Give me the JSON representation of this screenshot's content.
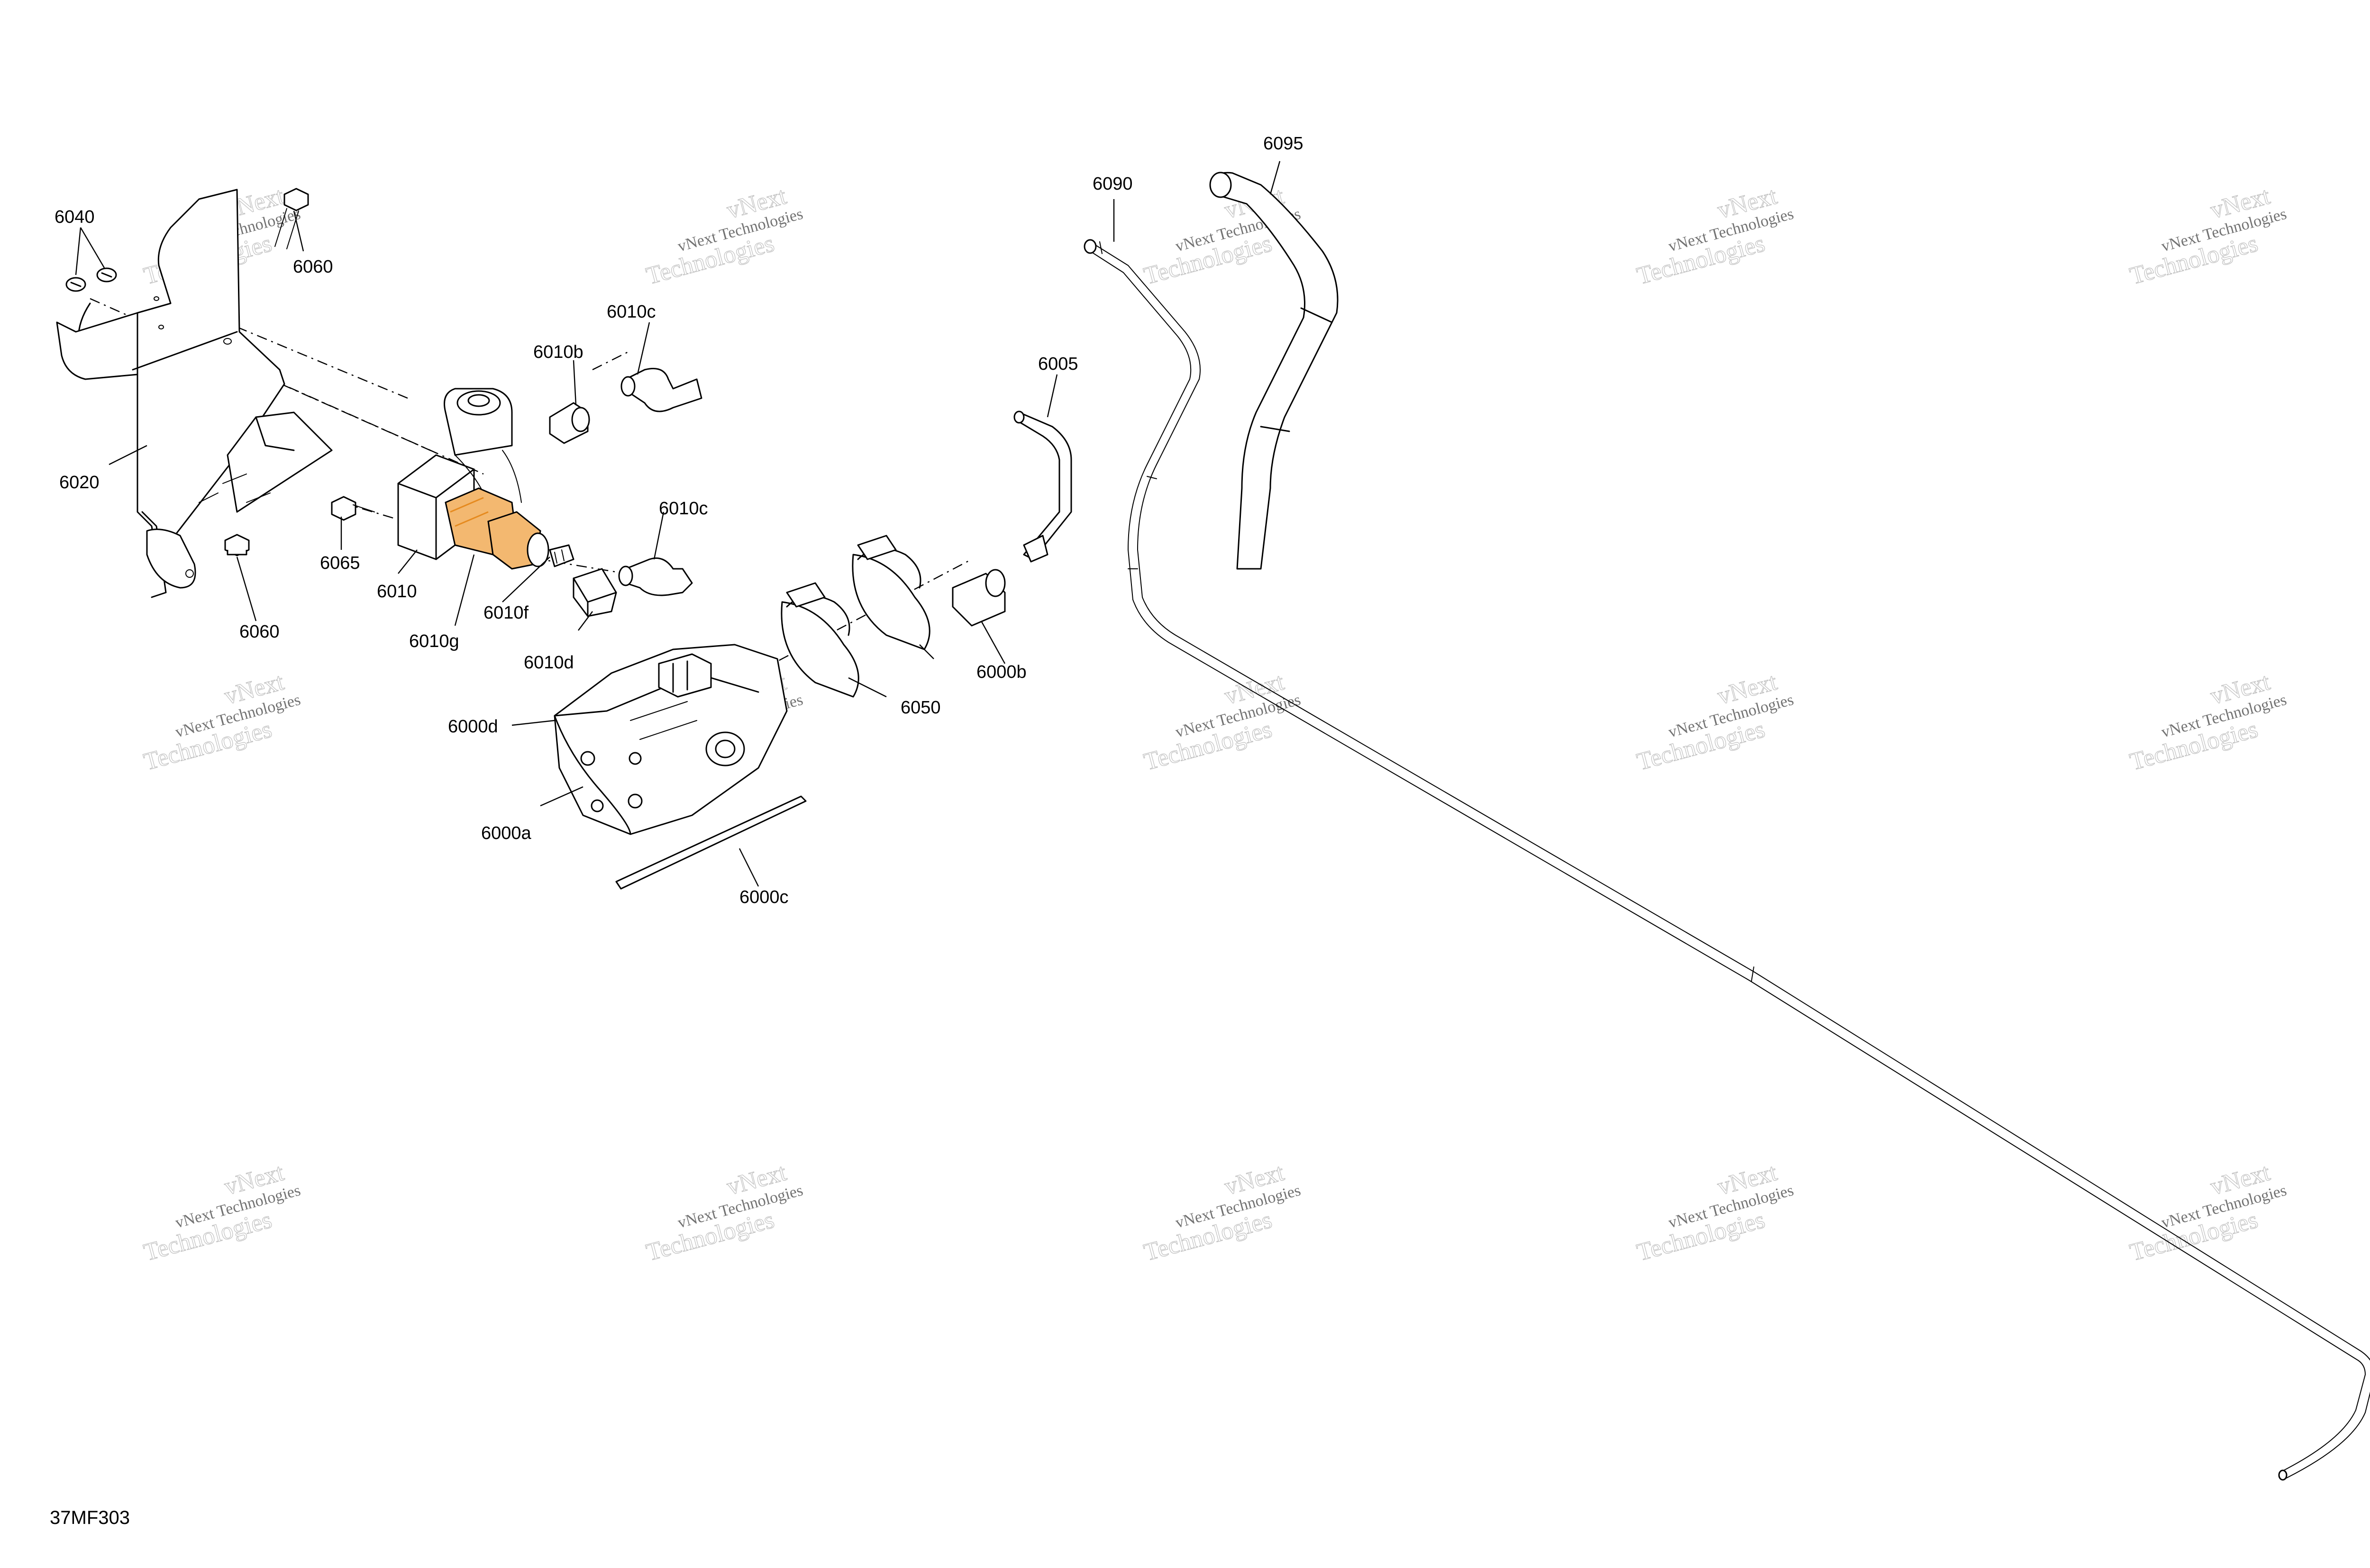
{
  "drawing_id": "37MF303",
  "highlight_color": "#f3b870",
  "highlight_part": "6010g",
  "watermark": {
    "line1": "vNext Technologies",
    "line2": "vNext",
    "line3": "Technologies"
  },
  "callouts": {
    "c6040": "6040",
    "c6060_top": "6060",
    "c6020": "6020",
    "c6065": "6065",
    "c6060_bottom": "6060",
    "c6010": "6010",
    "c6010g": "6010g",
    "c6010b": "6010b",
    "c6010c_top": "6010c",
    "c6010c_mid": "6010c",
    "c6010f": "6010f",
    "c6010d": "6010d",
    "c6005": "6005",
    "c6000b": "6000b",
    "c6050": "6050",
    "c6000d": "6000d",
    "c6000a": "6000a",
    "c6000c": "6000c",
    "c6090": "6090",
    "c6095": "6095"
  }
}
